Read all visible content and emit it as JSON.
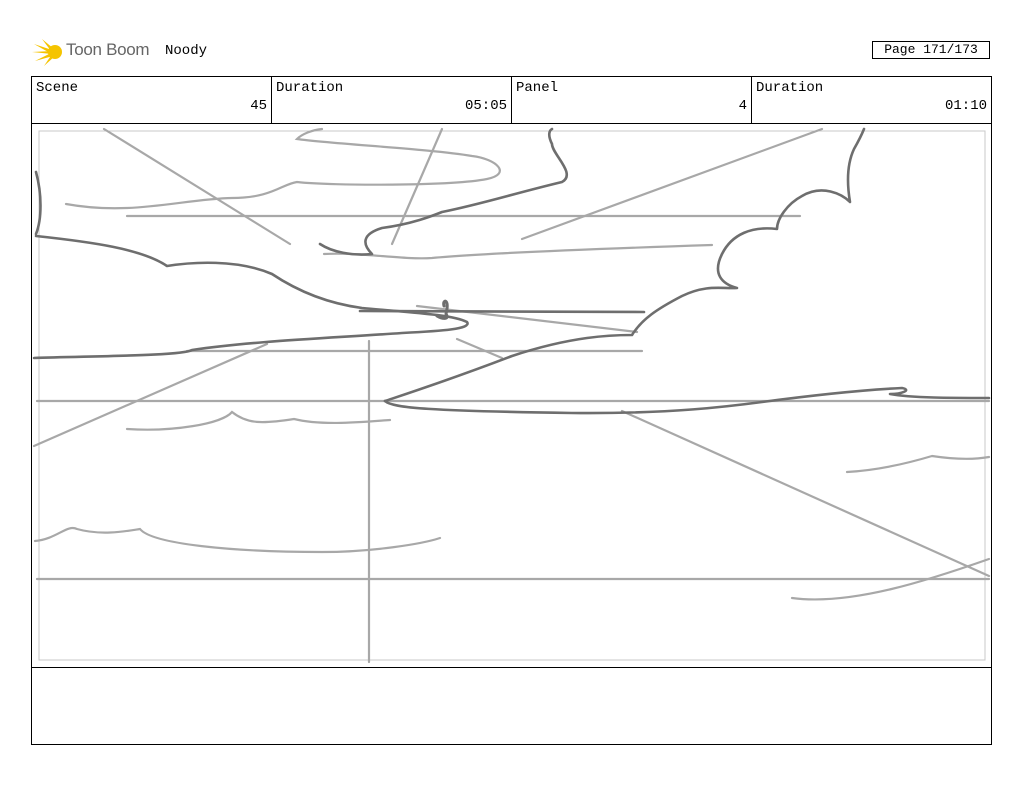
{
  "header": {
    "logo_text": "Toon Boom",
    "project_name": "Noody",
    "page_label": "Page 171/173"
  },
  "info": {
    "scene_label": "Scene",
    "scene_value": "45",
    "scene_duration_label": "Duration",
    "scene_duration_value": "05:05",
    "panel_label": "Panel",
    "panel_value": "4",
    "panel_duration_label": "Duration",
    "panel_duration_value": "01:10"
  },
  "colors": {
    "logo_yellow": "#f5c400",
    "sketch_dark": "#6e6e6e",
    "sketch_light": "#a8a8a8"
  }
}
